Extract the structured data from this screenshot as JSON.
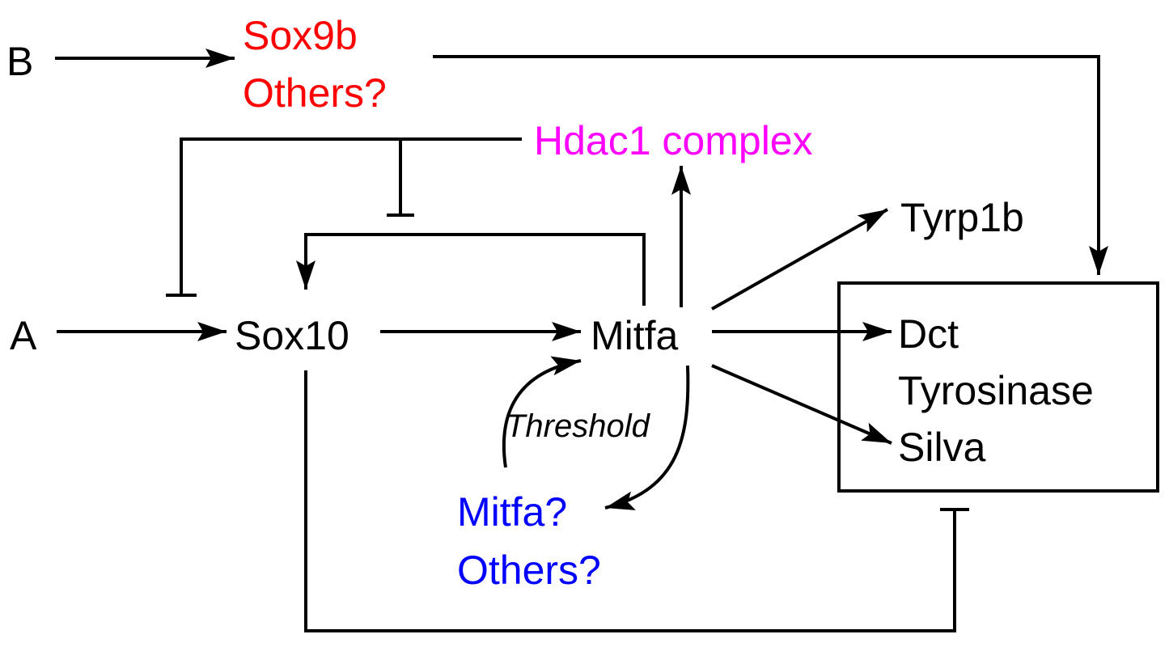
{
  "nodes": {
    "input_a": "A",
    "input_b": "B",
    "sox10": "Sox10",
    "mitfa": "Mitfa",
    "sox9b": "Sox9b",
    "sox9b_others": "Others?",
    "hdac1": "Hdac1 complex",
    "tyrp1b": "Tyrp1b",
    "dct": "Dct",
    "tyrosinase": "Tyrosinase",
    "silva": "Silva",
    "mitfa_q": "Mitfa?",
    "blue_others": "Others?",
    "threshold": "Threshold"
  },
  "colors": {
    "black": "#000000",
    "red": "#ff0000",
    "magenta": "#ff00ff",
    "blue": "#0000ff"
  },
  "edges": [
    {
      "from": "A",
      "to": "Sox10",
      "type": "activation"
    },
    {
      "from": "B",
      "to": "Sox9b",
      "type": "activation"
    },
    {
      "from": "Sox9b",
      "to": "target box",
      "type": "activation"
    },
    {
      "from": "Sox10",
      "to": "Mitfa",
      "type": "activation"
    },
    {
      "from": "Mitfa",
      "to": "Sox10",
      "type": "activation"
    },
    {
      "from": "Mitfa",
      "to": "Hdac1 complex",
      "type": "activation"
    },
    {
      "from": "Mitfa",
      "to": "Tyrp1b",
      "type": "activation"
    },
    {
      "from": "Mitfa",
      "to": "Dct",
      "type": "activation"
    },
    {
      "from": "Mitfa",
      "to": "Silva",
      "type": "activation"
    },
    {
      "from": "Mitfa",
      "to": "Mitfa?",
      "type": "activation"
    },
    {
      "from": "Mitfa?",
      "to": "Mitfa",
      "type": "activation"
    },
    {
      "from": "Hdac1 complex",
      "to": "Sox10",
      "type": "inhibition"
    },
    {
      "from": "Hdac1 complex",
      "to": "Mitfa-to-Sox10 loop",
      "type": "inhibition"
    },
    {
      "from": "Sox10",
      "to": "target box",
      "type": "inhibition"
    }
  ]
}
